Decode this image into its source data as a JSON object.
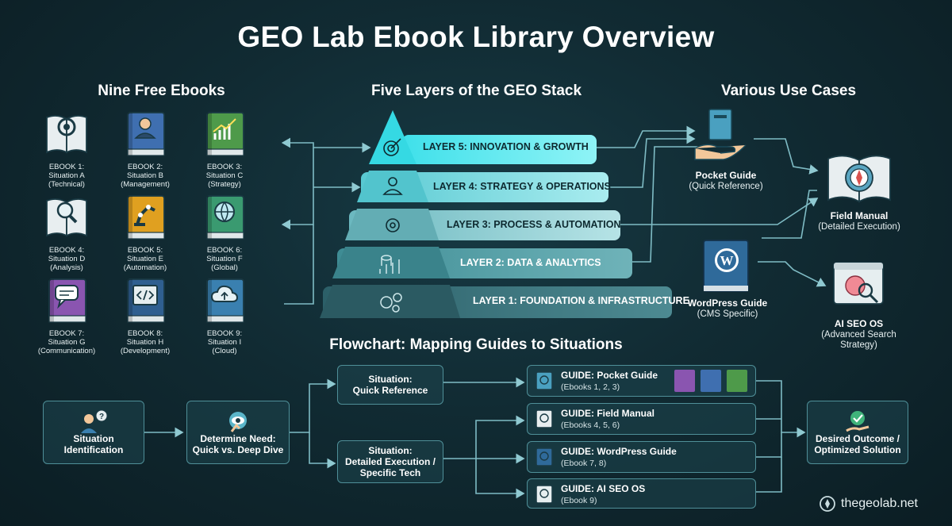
{
  "title": "GEO Lab Ebook Library Overview",
  "sections": {
    "ebooks": "Nine Free Ebooks",
    "layers": "Five Layers of the GEO Stack",
    "usecases": "Various Use Cases",
    "flowchart": "Flowchart: Mapping Guides to Situations"
  },
  "ebooks": [
    {
      "l1": "EBOOK 1:",
      "l2": "Situation A",
      "l3": "(Technical)",
      "icon": "gear-icon",
      "color": "#5aa0b8"
    },
    {
      "l1": "EBOOK 2:",
      "l2": "Situation B",
      "l3": "(Management)",
      "icon": "person-icon",
      "color": "#3f6fb0"
    },
    {
      "l1": "EBOOK 3:",
      "l2": "Situation C",
      "l3": "(Strategy)",
      "icon": "chart-icon",
      "color": "#4e9a4a"
    },
    {
      "l1": "EBOOK 4:",
      "l2": "Situation D",
      "l3": "(Analysis)",
      "icon": "magnifier-icon",
      "color": "#d9534f"
    },
    {
      "l1": "EBOOK 5:",
      "l2": "Situation E",
      "l3": "(Automation)",
      "icon": "robot-arm-icon",
      "color": "#e0a020"
    },
    {
      "l1": "EBOOK 6:",
      "l2": "Situation F",
      "l3": "(Global)",
      "icon": "globe-icon",
      "color": "#3a9a70"
    },
    {
      "l1": "EBOOK 7:",
      "l2": "Situation G",
      "l3": "(Communication)",
      "icon": "chat-icon",
      "color": "#8a55b0"
    },
    {
      "l1": "EBOOK 8:",
      "l2": "Situation H",
      "l3": "(Development)",
      "icon": "code-icon",
      "color": "#2f5f90"
    },
    {
      "l1": "EBOOK 9:",
      "l2": "Situation I",
      "l3": "(Cloud)",
      "icon": "cloud-icon",
      "color": "#3a80b0"
    }
  ],
  "layers": [
    {
      "label": "LAYER 5: INNOVATION & GROWTH",
      "icon": "target-icon"
    },
    {
      "label": "LAYER 4: STRATEGY & OPERATIONS",
      "icon": "person-icon"
    },
    {
      "label": "LAYER 3: PROCESS & AUTOMATION",
      "icon": "gear-icon"
    },
    {
      "label": "LAYER 2: DATA & ANALYTICS",
      "icon": "database-chart-icon"
    },
    {
      "label": "LAYER 1: FOUNDATION & INFRASTRUCTURE",
      "icon": "gears-icon"
    }
  ],
  "usecases": {
    "pocket": {
      "name": "Pocket Guide",
      "sub": "(Quick Reference)"
    },
    "field": {
      "name": "Field Manual",
      "sub": "(Detailed Execution)"
    },
    "wordpress": {
      "name": "WordPress Guide",
      "sub": "(CMS Specific)"
    },
    "aiseo": {
      "name": "AI SEO OS",
      "sub1": "(Advanced Search",
      "sub2": "Strategy)"
    }
  },
  "flow": {
    "identification": {
      "l1": "Situation",
      "l2": "Identification"
    },
    "determine": {
      "l1": "Determine Need:",
      "l2": "Quick vs. Deep Dive"
    },
    "quick": {
      "l1": "Situation:",
      "l2": "Quick Reference"
    },
    "detailed": {
      "l1": "Situation:",
      "l2": "Detailed Execution /",
      "l3": "Specific Tech"
    },
    "outcome": {
      "l1": "Desired Outcome /",
      "l2": "Optimized Solution"
    },
    "guides": [
      {
        "title": "GUIDE: Pocket Guide",
        "sub": "(Ebooks 1, 2, 3)"
      },
      {
        "title": "GUIDE: Field Manual",
        "sub": "(Ebooks 4, 5, 6)"
      },
      {
        "title": "GUIDE: WordPress Guide",
        "sub": "(Ebook 7, 8)"
      },
      {
        "title": "GUIDE: AI SEO OS",
        "sub": "(Ebook 9)"
      }
    ]
  },
  "brand": "thegeolab.net",
  "colors": {
    "accent": "#2fd6e0",
    "line": "#5fa8b3",
    "bg": "#112b33"
  }
}
